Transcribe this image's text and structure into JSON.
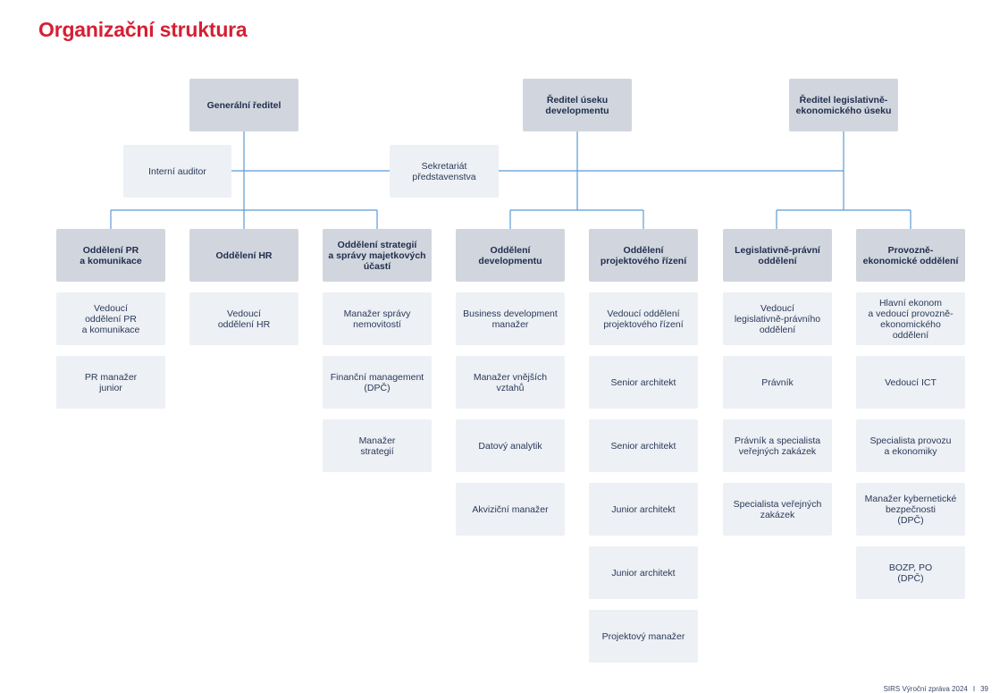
{
  "page": {
    "title": "Organizační struktura",
    "footer_report": "SIRS Výroční zpráva 2024",
    "footer_separator": "I",
    "footer_page": "39"
  },
  "colors": {
    "title": "#d61f33",
    "header_box": "#d1d6de",
    "item_box": "#edf0f4",
    "connector": "#5b9bd5",
    "text": "#1f2d4d"
  },
  "top": {
    "general_director": "Generální ředitel",
    "dev_director": "Ředitel úseku\ndevelopmentu",
    "legal_director": "Ředitel legislativně-\nekonomického úseku",
    "internal_auditor": "Interní auditor",
    "board_secretariat": "Sekretariát\npředstavenstva"
  },
  "departments": [
    {
      "name": "Oddělení PR\na komunikace",
      "roles": [
        "Vedoucí\noddělení PR\na komunikace",
        "PR manažer\njunior"
      ]
    },
    {
      "name": "Oddělení HR",
      "roles": [
        "Vedoucí\noddělení HR"
      ]
    },
    {
      "name": "Oddělení strategií\na správy majetkových\núčastí",
      "roles": [
        "Manažer správy\nnemovitostí",
        "Finanční management\n(DPČ)",
        "Manažer\nstrategií"
      ]
    },
    {
      "name": "Oddělení\ndevelopmentu",
      "roles": [
        "Business development\nmanažer",
        "Manažer vnějších\nvztahů",
        "Datový analytik",
        "Akviziční manažer"
      ]
    },
    {
      "name": "Oddělení\nprojektového řízení",
      "roles": [
        "Vedoucí oddělení\nprojektového řízení",
        "Senior architekt",
        "Senior architekt",
        "Junior architekt",
        "Junior architekt",
        "Projektový manažer"
      ]
    },
    {
      "name": "Legislativně-právní\noddělení",
      "roles": [
        "Vedoucí\nlegislativně-právního\noddělení",
        "Právník",
        "Právník a specialista\nveřejných zakázek",
        "Specialista veřejných\nzakázek"
      ]
    },
    {
      "name": "Provozně-\nekonomické oddělení",
      "roles": [
        "Hlavní ekonom\na vedoucí provozně-\nekonomického oddělení",
        "Vedoucí ICT",
        "Specialista provozu\na ekonomiky",
        "Manažer kybernetické\nbezpečnosti\n(DPČ)",
        "BOZP, PO\n(DPČ)"
      ]
    }
  ]
}
